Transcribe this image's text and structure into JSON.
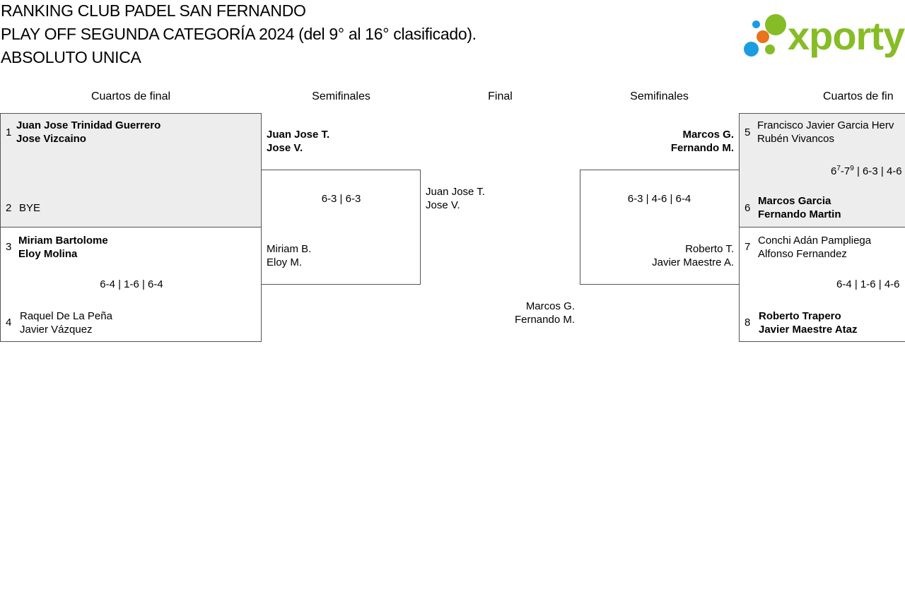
{
  "header": {
    "line1": "RANKING CLUB PADEL SAN FERNANDO",
    "line2": "PLAY OFF SEGUNDA CATEGORÍA 2024 (del 9° al 16° clasificado).",
    "line3": "ABSOLUTO UNICA"
  },
  "logo": {
    "text": "xporty",
    "colors": {
      "green": "#86bc25",
      "orange": "#e8731a",
      "blue": "#1a9de0"
    }
  },
  "rounds": {
    "left_quarters": "Cuartos de final",
    "left_semis": "Semifinales",
    "final": "Final",
    "right_semis": "Semifinales",
    "right_quarters": "Cuartos de fin"
  },
  "quarters": {
    "q1": {
      "seed_a": "1",
      "pair_a": [
        "Juan Jose Trinidad Guerrero",
        "Jose Vizcaino"
      ],
      "seed_b": "2",
      "pair_b": [
        "BYE"
      ],
      "score": ""
    },
    "q2": {
      "seed_a": "3",
      "pair_a": [
        "Miriam Bartolome",
        "Eloy Molina"
      ],
      "seed_b": "4",
      "pair_b": [
        "Raquel De La Peña",
        "Javier Vázquez"
      ],
      "score": "6-4 | 1-6 | 6-4"
    },
    "q3": {
      "seed_a": "5",
      "pair_a": [
        "Francisco Javier Garcia Herv",
        "Rubén Vivancos"
      ],
      "seed_b": "6",
      "pair_b": [
        "Marcos Garcia",
        "Fernando Martin"
      ],
      "score_parts": [
        "6",
        "7",
        "-7",
        "9",
        " | 6-3 | 4-6"
      ]
    },
    "q4": {
      "seed_a": "7",
      "pair_a": [
        "Conchi Adán Pampliega",
        "Alfonso Fernandez"
      ],
      "seed_b": "8",
      "pair_b": [
        "Roberto Trapero",
        "Javier Maestre Ataz"
      ],
      "score": "6-4 | 1-6 | 4-6"
    }
  },
  "semis": {
    "left": {
      "top": [
        "Juan Jose T.",
        "Jose V."
      ],
      "bottom": [
        "Miriam B.",
        "Eloy M."
      ],
      "score": "6-3 | 6-3"
    },
    "right": {
      "top": [
        "Marcos G.",
        "Fernando M."
      ],
      "bottom": [
        "Roberto T.",
        "Javier Maestre A."
      ],
      "score": "6-3 | 4-6 | 6-4"
    }
  },
  "final": {
    "left": [
      "Juan Jose T.",
      "Jose V."
    ],
    "right": [
      "Marcos G.",
      "Fernando M."
    ]
  }
}
